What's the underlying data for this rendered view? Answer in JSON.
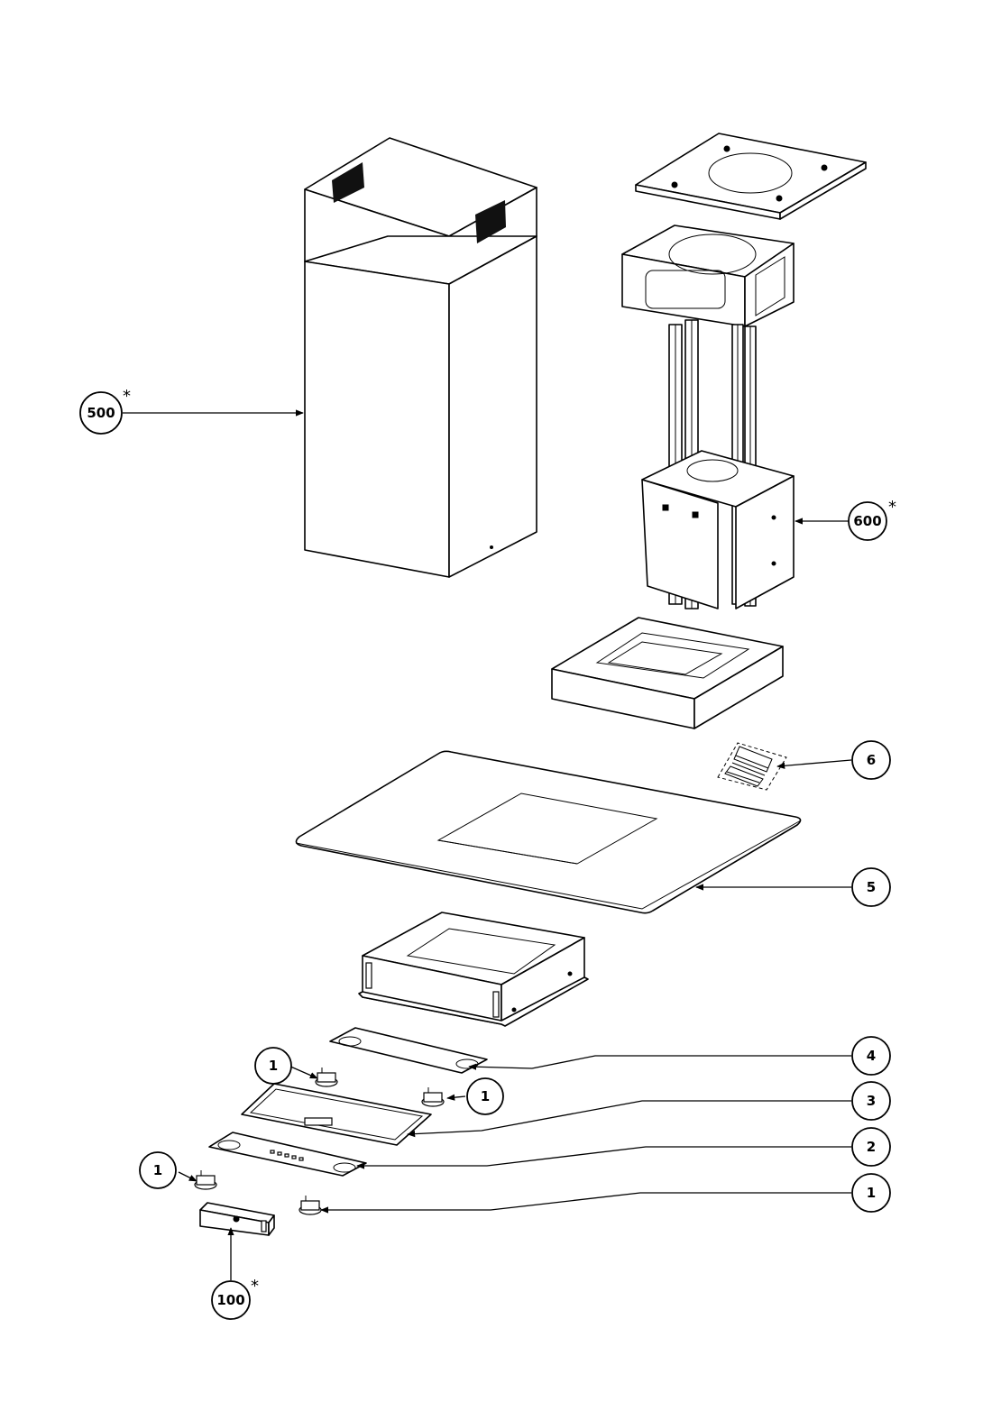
{
  "callouts": {
    "c500": {
      "label": "500",
      "mark": "*"
    },
    "c600": {
      "label": "600",
      "mark": "*"
    },
    "c6": {
      "label": "6"
    },
    "c5": {
      "label": "5"
    },
    "c4": {
      "label": "4"
    },
    "c3": {
      "label": "3"
    },
    "c2": {
      "label": "2"
    },
    "c1a": {
      "label": "1"
    },
    "c1b": {
      "label": "1"
    },
    "c1c": {
      "label": "1"
    },
    "c1d": {
      "label": "1"
    },
    "c100": {
      "label": "100",
      "mark": "*"
    }
  }
}
